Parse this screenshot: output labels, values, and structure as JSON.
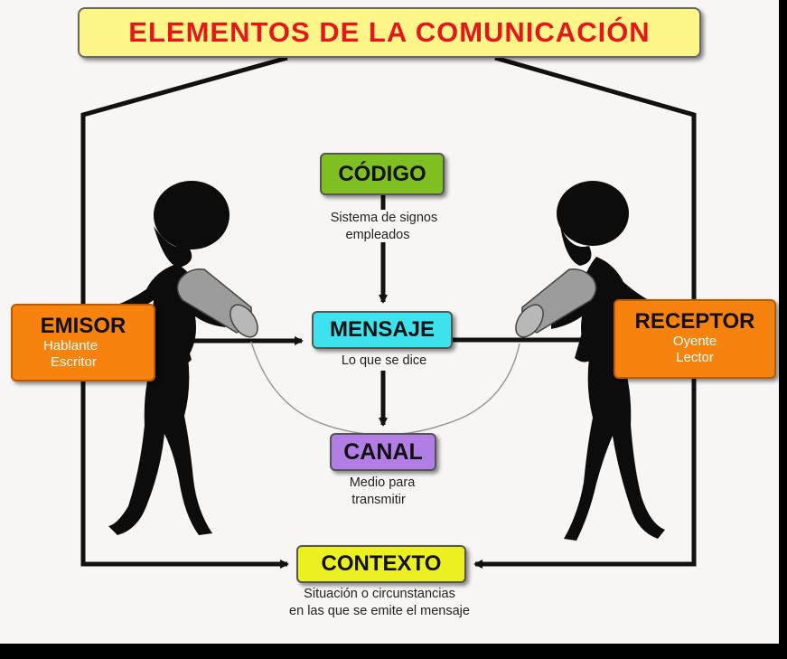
{
  "title": "ELEMENTOS DE LA COMUNICACIÓN",
  "codigo": {
    "label": "CÓDIGO",
    "desc_line1": "Sistema de signos",
    "desc_line2": "empleados"
  },
  "mensaje": {
    "label": "MENSAJE",
    "desc": "Lo que se dice"
  },
  "canal": {
    "label": "CANAL",
    "desc_line1": "Medio para",
    "desc_line2": "transmitir"
  },
  "contexto": {
    "label": "CONTEXTO",
    "desc_line1": "Situación o circunstancias",
    "desc_line2": "en las que se emite el mensaje"
  },
  "emisor": {
    "label": "EMISOR",
    "sub1": "Hablante",
    "sub2": "Escritor"
  },
  "receptor": {
    "label": "RECEPTOR",
    "sub1": "Oyente",
    "sub2": "Lector"
  },
  "colors": {
    "title_bg": "#fff68a",
    "title_text": "#e4171b",
    "codigo": "#7fbf22",
    "mensaje": "#3ee1ee",
    "canal": "#b27ee6",
    "contexto": "#ecef20",
    "emisor_receptor": "#f7830e"
  },
  "figures": [
    "speaker-silhouette",
    "listener-silhouette"
  ]
}
